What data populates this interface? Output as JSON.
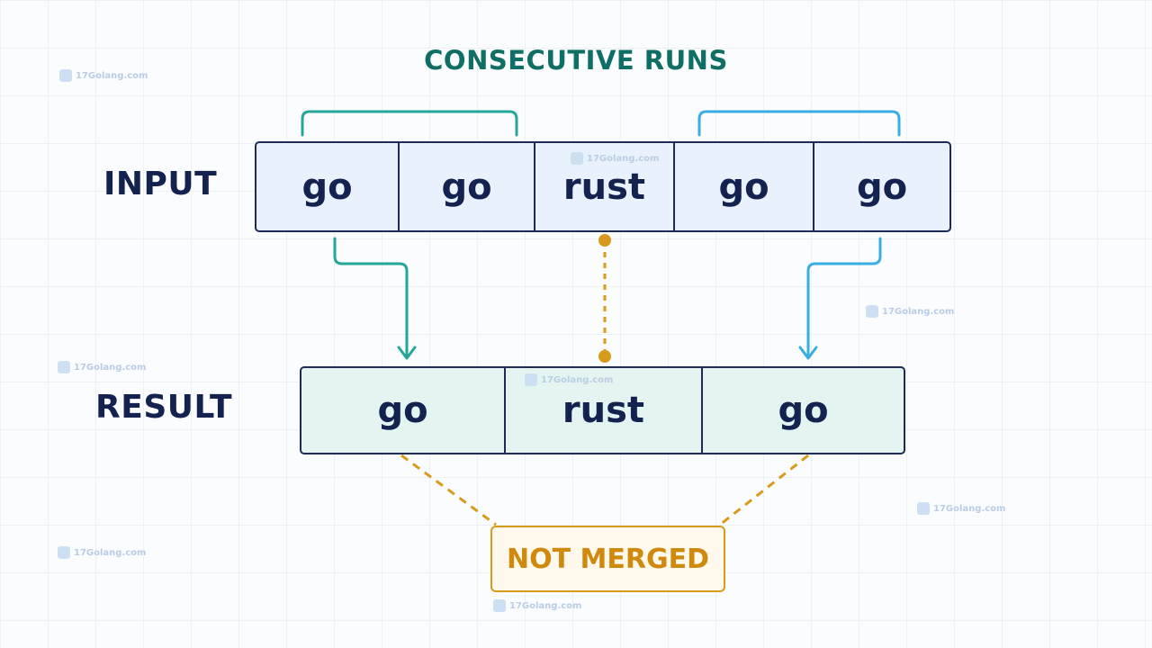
{
  "title": "CONSECUTIVE RUNS",
  "input": {
    "label": "INPUT",
    "cells": [
      "go",
      "go",
      "rust",
      "go",
      "go"
    ]
  },
  "result": {
    "label": "RESULT",
    "cells": [
      "go",
      "rust",
      "go"
    ]
  },
  "note": "NOT MERGED",
  "watermark": "17Golang.com",
  "colors": {
    "title": "#0f6e65",
    "navy": "#13224f",
    "teal": "#26a69a",
    "blue": "#3aaee0",
    "amber": "#d99a1c"
  }
}
